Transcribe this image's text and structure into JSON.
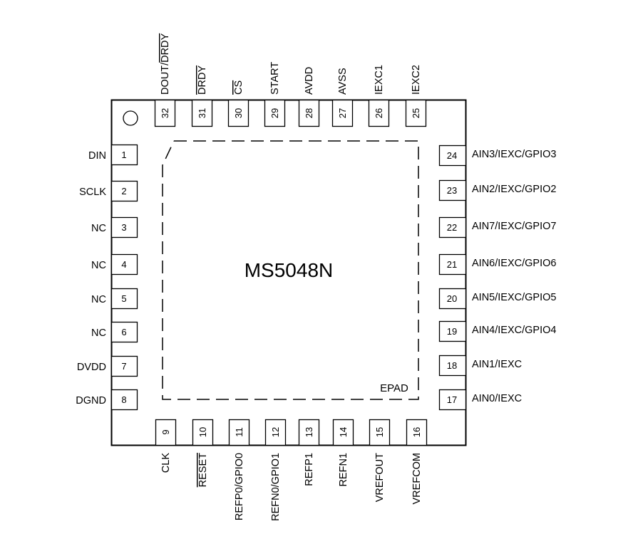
{
  "diagram": {
    "part_number": "MS5048N",
    "epad_label": "EPAD",
    "pin1_marker": "circle",
    "pins": {
      "left": [
        {
          "num": "1",
          "label": "DIN"
        },
        {
          "num": "2",
          "label": "SCLK"
        },
        {
          "num": "3",
          "label": "NC"
        },
        {
          "num": "4",
          "label": "NC"
        },
        {
          "num": "5",
          "label": "NC"
        },
        {
          "num": "6",
          "label": "NC"
        },
        {
          "num": "7",
          "label": "DVDD"
        },
        {
          "num": "8",
          "label": "DGND"
        }
      ],
      "bottom": [
        {
          "num": "9",
          "label": "CLK"
        },
        {
          "num": "10",
          "label": "RESET",
          "overbar": "RESET"
        },
        {
          "num": "11",
          "label": "REFP0/GPIO0"
        },
        {
          "num": "12",
          "label": "REFN0/GPIO1"
        },
        {
          "num": "13",
          "label": "REFP1"
        },
        {
          "num": "14",
          "label": "REFN1"
        },
        {
          "num": "15",
          "label": "VREFOUT"
        },
        {
          "num": "16",
          "label": "VREFCOM"
        }
      ],
      "right": [
        {
          "num": "17",
          "label": "AIN0/IEXC"
        },
        {
          "num": "18",
          "label": "AIN1/IEXC"
        },
        {
          "num": "19",
          "label": "AIN4/IEXC/GPIO4"
        },
        {
          "num": "20",
          "label": "AIN5/IEXC/GPIO5"
        },
        {
          "num": "21",
          "label": "AIN6/IEXC/GPIO6"
        },
        {
          "num": "22",
          "label": "AIN7/IEXC/GPIO7"
        },
        {
          "num": "23",
          "label": "AIN2/IEXC/GPIO2"
        },
        {
          "num": "24",
          "label": "AIN3/IEXC/GPIO3"
        }
      ],
      "top": [
        {
          "num": "25",
          "label": "IEXC2"
        },
        {
          "num": "26",
          "label": "IEXC1"
        },
        {
          "num": "27",
          "label": "AVSS"
        },
        {
          "num": "28",
          "label": "AVDD"
        },
        {
          "num": "29",
          "label": "START"
        },
        {
          "num": "30",
          "label": "CS",
          "overbar": "CS"
        },
        {
          "num": "31",
          "label": "DRDY",
          "overbar": "DRDY"
        },
        {
          "num": "32",
          "label": "DOUT/DRDY",
          "overbar": "DRDY"
        }
      ]
    }
  }
}
